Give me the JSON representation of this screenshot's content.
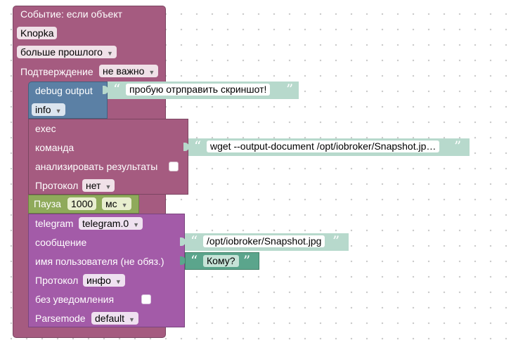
{
  "event_block": {
    "title": "Событие: если объект",
    "object": "Knopka",
    "condition": "больше прошлого",
    "confirm_label": "Подтверждение",
    "confirm_value": "не важно"
  },
  "debug_block": {
    "label": "debug output",
    "message": "пробую отрправить скриншот!",
    "level": "info"
  },
  "exec_block": {
    "title": "exec",
    "command_label": "команда",
    "command_value": "wget --output-document /opt/iobroker/Snapshot.jp…",
    "analyze_label": "анализировать результаты",
    "log_label": "Протокол",
    "log_value": "нет"
  },
  "pause_block": {
    "label": "Пауза",
    "value": "1000",
    "unit": "мс"
  },
  "telegram_block": {
    "label": "telegram",
    "instance": "telegram.0",
    "message_label": "сообщение",
    "message_value": "/opt/iobroker/Snapshot.jpg",
    "user_label": "имя пользователя (не обяз.)",
    "user_value": "Кому?",
    "log_label": "Протокол",
    "log_value": "инфо",
    "silent_label": "без уведомления",
    "parsemode_label": "Parsemode",
    "parsemode_value": "default"
  },
  "icons": {
    "quote_open": "“",
    "quote_close": "”",
    "dropdown": "▼"
  },
  "colors": {
    "event": "#a55b80",
    "debug": "#5b80a5",
    "exec": "#a55b80",
    "pause": "#8faa5b",
    "telegram": "#a35ba8",
    "text_string": "#b7d9cc",
    "text_placeholder": "#5ba58c"
  }
}
